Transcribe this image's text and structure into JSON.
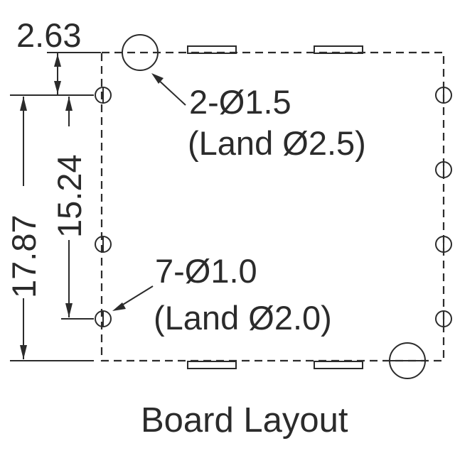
{
  "diagram": {
    "caption": "Board Layout",
    "dimensions": {
      "top_offset": "2.63",
      "pin_span": "15.24",
      "overall": "17.87"
    },
    "callouts": {
      "large_holes": {
        "line1": "2-Ø1.5",
        "line2": "(Land Ø2.5)"
      },
      "small_holes": {
        "line1": "7-Ø1.0",
        "line2": "(Land Ø2.0)"
      }
    }
  }
}
